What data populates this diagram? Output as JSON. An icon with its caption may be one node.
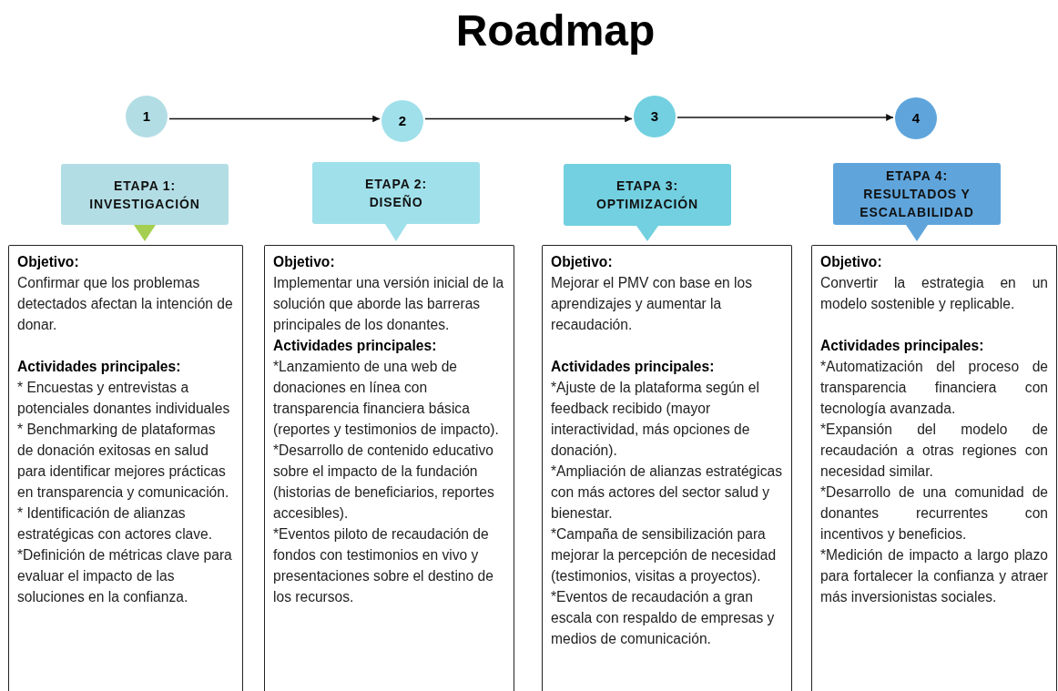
{
  "diagram": {
    "title": "Roadmap",
    "nodes": [
      {
        "text": [
          "1"
        ]
      },
      {
        "text": [
          "2"
        ]
      },
      {
        "text": [
          "3"
        ]
      },
      {
        "text": [
          "4"
        ]
      },
      {
        "text": [
          "ETAPA 1: INVESTIGACIÓN"
        ]
      },
      {
        "text": [
          "ETAPA 2: DISEÑO"
        ]
      },
      {
        "text": [
          "ETAPA 3: OPTIMIZACIÓN"
        ]
      },
      {
        "text": [
          "ETAPA 4: RESULTADOS Y ESCALABILIDAD"
        ]
      },
      {
        "text": [
          "Objetivo:",
          "Confirmar que los problemas detectados afectan la intención de donar.",
          "Actividades principales:",
          "* Encuestas y entrevistas a potenciales donantes individuales",
          "* Benchmarking de plataformas de donación exitosas en salud para identificar mejores prácticas en transparencia y comunicación.",
          "* Identificación de alianzas estratégicas con actores clave.",
          "*Definición de métricas clave para evaluar el impacto de las soluciones en la confianza."
        ]
      },
      {
        "text": [
          "Objetivo:",
          "Implementar una versión inicial de la solución que aborde las barreras principales de los donantes.",
          "Actividades principales:",
          "*Lanzamiento de una web de donaciones en línea con transparencia financiera básica (reportes y testimonios de impacto).",
          "*Desarrollo de contenido educativo sobre el impacto de la fundación (historias de beneficiarios, reportes accesibles).",
          "*Eventos piloto de recaudación de fondos con testimonios en vivo y presentaciones sobre el destino de los recursos."
        ]
      },
      {
        "text": [
          "Objetivo:",
          "Mejorar el PMV con base en los aprendizajes y aumentar la recaudación.",
          "Actividades principales:",
          "*Ajuste de la plataforma según el feedback recibido (mayor interactividad, más opciones de donación).",
          "*Ampliación de alianzas estratégicas con más actores del sector salud y bienestar.",
          "*Campaña de sensibilización para mejorar la percepción de necesidad (testimonios, visitas a proyectos).",
          "*Eventos de recaudación a gran escala con respaldo de empresas y medios de comunicación."
        ]
      },
      {
        "text": [
          "Objetivo:",
          "Convertir la estrategia en un modelo sostenible y replicable.",
          "Actividades principales:",
          "*Automatización del proceso de transparencia financiera con tecnología avanzada.",
          "*Expansión del modelo de recaudación a otras regiones con necesidad similar.",
          "*Desarrollo de una comunidad de donantes recurrentes con incentivos y beneficios.",
          "*Medición de impacto a largo plazo para fortalecer la confianza y atraer más inversionistas sociales."
        ]
      }
    ],
    "edges": [
      {
        "from": 0,
        "to": 1,
        "arrow": "to"
      },
      {
        "from": 1,
        "to": 2,
        "arrow": "to"
      },
      {
        "from": 2,
        "to": 3,
        "arrow": "to"
      },
      {
        "from": 4,
        "to": 8,
        "arrow": "to",
        "color": "#a4cf50"
      },
      {
        "from": 5,
        "to": 9,
        "arrow": "to",
        "color": "#a0e0ea"
      },
      {
        "from": 6,
        "to": 10,
        "arrow": "to",
        "color": "#72d0e0"
      },
      {
        "from": 7,
        "to": 11,
        "arrow": "to",
        "color": "#5fa5dc"
      }
    ]
  }
}
